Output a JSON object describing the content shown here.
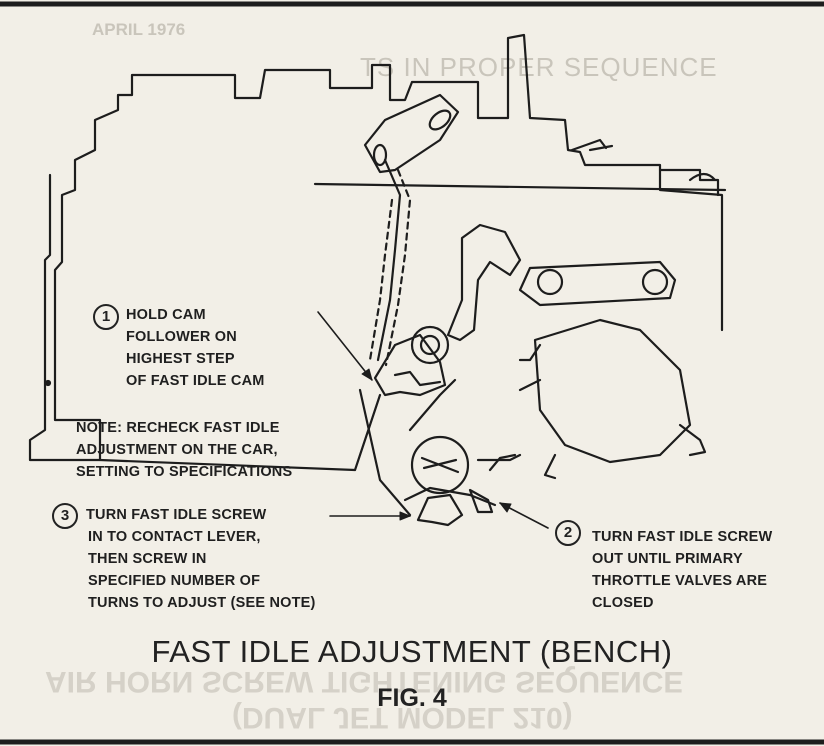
{
  "header": {
    "faded_top_left": "APRIL 1976",
    "faded_title": "TS IN PROPER SEQUENCE"
  },
  "steps": [
    {
      "number": "1",
      "lines": [
        "HOLD CAM",
        "FOLLOWER ON",
        "HIGHEST STEP",
        "OF FAST IDLE CAM"
      ]
    },
    {
      "number": "2",
      "lines": [
        "TURN FAST IDLE SCREW",
        "OUT UNTIL PRIMARY",
        "THROTTLE VALVES ARE",
        "CLOSED"
      ]
    },
    {
      "number": "3",
      "lines": [
        "TURN FAST IDLE SCREW",
        "IN TO CONTACT LEVER,",
        "THEN SCREW IN",
        "SPECIFIED NUMBER OF",
        "TURNS TO ADJUST (SEE NOTE)"
      ]
    }
  ],
  "note": {
    "lines": [
      "NOTE: RECHECK FAST IDLE",
      "ADJUSTMENT ON THE CAR,",
      "SETTING TO SPECIFICATIONS"
    ]
  },
  "caption": {
    "title": "FAST IDLE ADJUSTMENT (BENCH)",
    "figure": "FIG. 4"
  },
  "bleed_through": {
    "line1": "AIR HORN SCREW TIGHTENING SEQUENCE",
    "line2": "(DUAL JET MODEL 210)"
  },
  "colors": {
    "paper": "#f2efe7",
    "ink": "#1f1f1f",
    "ghost": "#c9c5bb"
  }
}
